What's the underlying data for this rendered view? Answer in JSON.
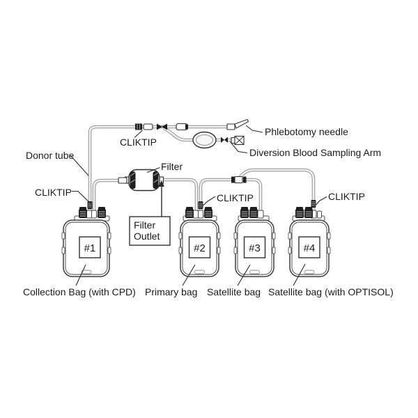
{
  "background": "#ffffff",
  "colors": {
    "ink": "#1a1a1a",
    "line": "#2f2f2f",
    "tube_outline": "#8f8f8f",
    "tube_fill": "#f2f2f2",
    "fitting_dark": "#1f1f1f"
  },
  "labels": {
    "phlebotomy_needle": "Phlebotomy needle",
    "diversion_arm": "Diversion Blood Sampling Arm",
    "donor_tube": "Donor tube",
    "cliktip_top": "CLIKTIP",
    "cliktip_collection": "CLIKTIP",
    "cliktip_primary": "CLIKTIP",
    "cliktip_satellite": "CLIKTIP",
    "filter": "Filter",
    "filter_outlet": {
      "line1": "Filter",
      "line2": "Outlet"
    }
  },
  "bags": [
    {
      "number": "#1",
      "caption": "Collection Bag (with CPD)"
    },
    {
      "number": "#2",
      "caption": "Primary bag"
    },
    {
      "number": "#3",
      "caption": "Satellite bag"
    },
    {
      "number": "#4",
      "caption": "Satellite bag (with OPTISOL)"
    }
  ]
}
